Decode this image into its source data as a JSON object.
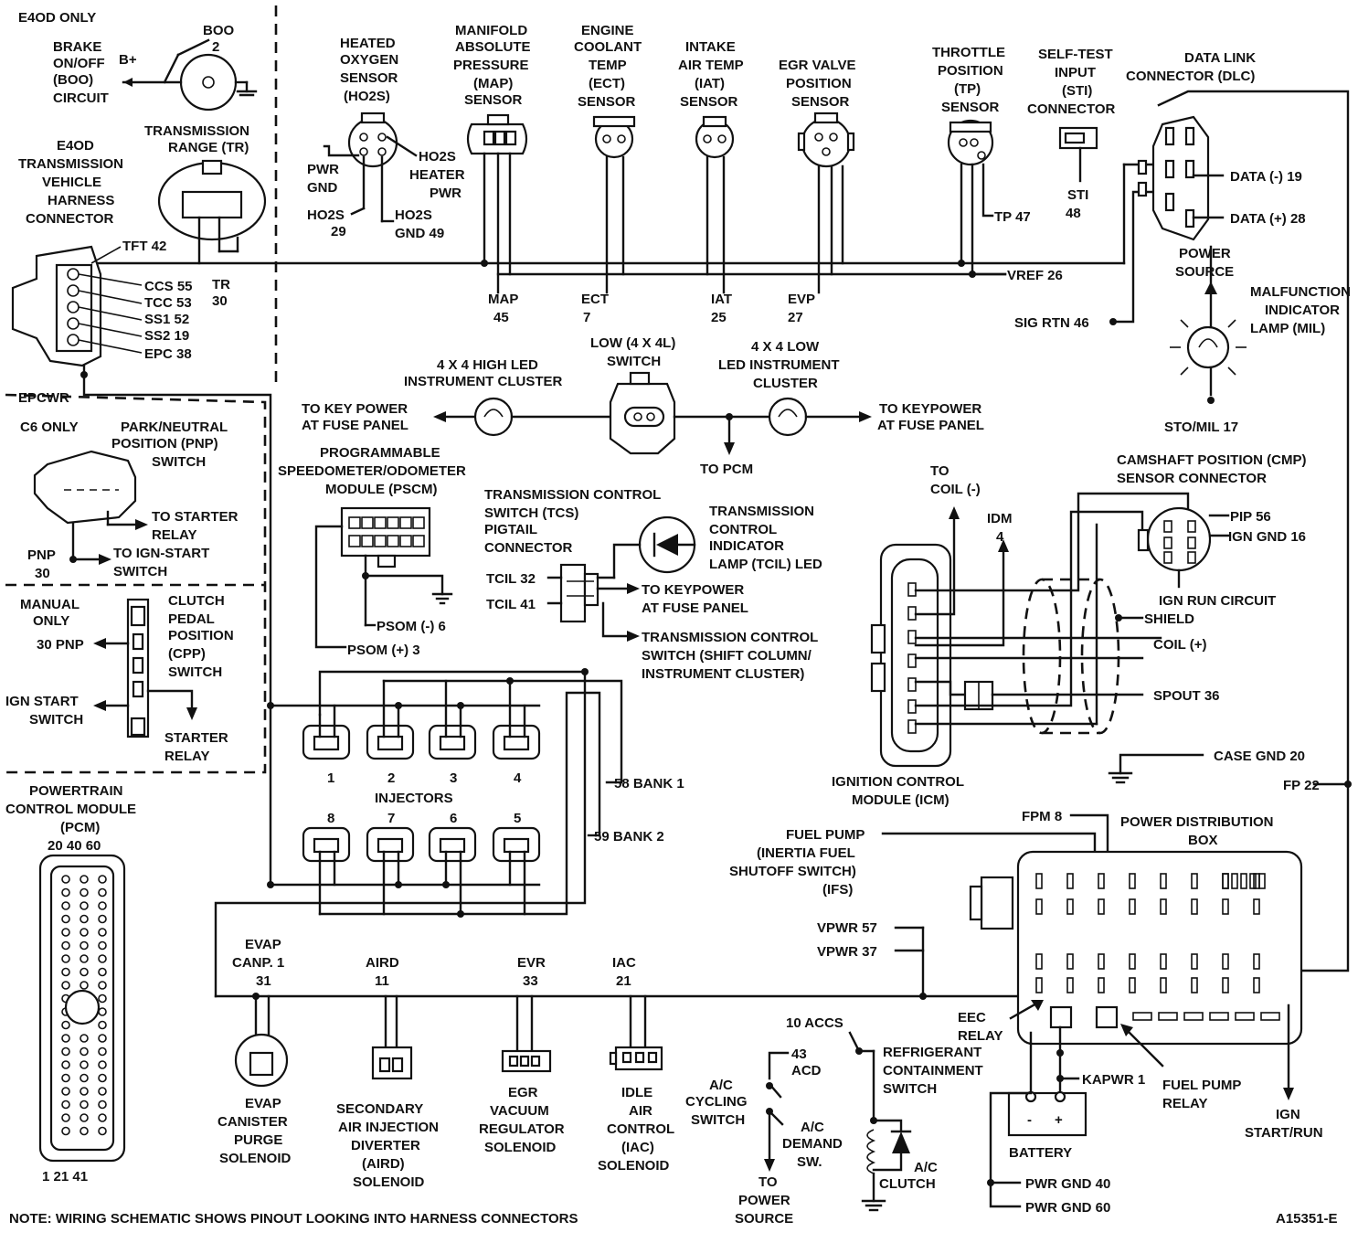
{
  "labels": {
    "e4od_only": "E4OD ONLY",
    "boo": [
      "BOO",
      "2"
    ],
    "brake": [
      "BRAKE",
      "ON/OFF",
      "(BOO)",
      "CIRCUIT"
    ],
    "b_plus": "B+",
    "tr_sensor": [
      "TRANSMISSION",
      "RANGE (TR)"
    ],
    "e4od_harness": [
      "E4OD",
      "TRANSMISSION",
      "VEHICLE",
      "HARNESS",
      "CONNECTOR"
    ],
    "tft": "TFT 42",
    "tr30": [
      "TR",
      "30"
    ],
    "ccs": "CCS 55",
    "tcc": "TCC 53",
    "ss1": "SS1 52",
    "ss2": "SS2 19",
    "epc": "EPC 38",
    "epcwr": "EPCWR",
    "ho2s": [
      "HEATED",
      "OXYGEN",
      "SENSOR",
      "(HO2S)"
    ],
    "pwr_gnd": [
      "PWR",
      "GND"
    ],
    "ho2s_heater": [
      "HO2S",
      "HEATER",
      "PWR"
    ],
    "ho2s29": [
      "HO2S",
      "29"
    ],
    "ho2s_gnd": [
      "HO2S",
      "GND 49"
    ],
    "map_sensor": [
      "MANIFOLD",
      "ABSOLUTE",
      "PRESSURE",
      "(MAP)",
      "SENSOR"
    ],
    "ect_sensor": [
      "ENGINE",
      "COOLANT",
      "TEMP",
      "(ECT)",
      "SENSOR"
    ],
    "iat_sensor": [
      "INTAKE",
      "AIR TEMP",
      "(IAT)",
      "SENSOR"
    ],
    "evp_sensor": [
      "EGR VALVE",
      "POSITION",
      "SENSOR"
    ],
    "tp_sensor": [
      "THROTTLE",
      "POSITION",
      "(TP)",
      "SENSOR"
    ],
    "sti": [
      "SELF-TEST",
      "INPUT",
      "(STI)",
      "CONNECTOR"
    ],
    "sti48": [
      "STI",
      "48"
    ],
    "dlc": [
      "DATA LINK",
      "CONNECTOR (DLC)"
    ],
    "data_minus": "DATA (-) 19",
    "data_plus": "DATA (+) 28",
    "tp47": "TP 47",
    "vref": "VREF 26",
    "sig_rtn": "SIG RTN 46",
    "power_source": [
      "POWER",
      "SOURCE"
    ],
    "mil": [
      "MALFUNCTION",
      "INDICATOR",
      "LAMP (MIL)"
    ],
    "sto_mil": "STO/MIL 17",
    "map45": [
      "MAP",
      "45"
    ],
    "ect7": [
      "ECT",
      "7"
    ],
    "iat25": [
      "IAT",
      "25"
    ],
    "evp27": [
      "EVP",
      "27"
    ],
    "hi_led": [
      "4 X 4 HIGH LED",
      "INSTRUMENT CLUSTER"
    ],
    "low_switch": [
      "LOW (4 X 4L)",
      "SWITCH"
    ],
    "low_led": [
      "4 X 4 LOW",
      "LED INSTRUMENT",
      "CLUSTER"
    ],
    "key_power_left": [
      "TO KEY POWER",
      "AT FUSE PANEL"
    ],
    "keypower_right": [
      "TO KEYPOWER",
      "AT FUSE PANEL"
    ],
    "to_pcm": "TO PCM",
    "c6_only": "C6 ONLY",
    "pnp_switch": [
      "PARK/NEUTRAL",
      "POSITION (PNP)",
      "SWITCH"
    ],
    "to_starter_relay": [
      "TO STARTER",
      "RELAY"
    ],
    "pnp30": [
      "PNP",
      "30"
    ],
    "to_ign_start": [
      "TO IGN-START",
      "SWITCH"
    ],
    "manual_only": [
      "MANUAL",
      "ONLY"
    ],
    "cpp": [
      "CLUTCH",
      "PEDAL",
      "POSITION",
      "(CPP)",
      "SWITCH"
    ],
    "pnp30_left": "30 PNP",
    "ign_start_switch": [
      "IGN START",
      "SWITCH"
    ],
    "starter_relay": [
      "STARTER",
      "RELAY"
    ],
    "pscm": [
      "PROGRAMMABLE",
      "SPEEDOMETER/ODOMETER",
      "MODULE (PSCM)"
    ],
    "psom_minus": "PSOM (-) 6",
    "psom_plus": "PSOM (+) 3",
    "tcs": [
      "TRANSMISSION CONTROL",
      "SWITCH (TCS)",
      "PIGTAIL",
      "CONNECTOR"
    ],
    "tcil": [
      "TRANSMISSION",
      "CONTROL",
      "INDICATOR",
      "LAMP (TCIL) LED"
    ],
    "tcil32": "TCIL 32",
    "tcil41": "TCIL 41",
    "tcs_key": [
      "TO KEYPOWER",
      "AT FUSE PANEL"
    ],
    "tcs_switch": [
      "TRANSMISSION CONTROL",
      "SWITCH (SHIFT COLUMN/",
      "INSTRUMENT CLUSTER)"
    ],
    "to_coil": [
      "TO",
      "COIL (-)"
    ],
    "idm": [
      "IDM",
      "4"
    ],
    "cmp": [
      "CAMSHAFT POSITION (CMP)",
      "SENSOR CONNECTOR"
    ],
    "pip": "PIP 56",
    "ign_gnd": "IGN GND 16",
    "ign_run": "IGN RUN CIRCUIT",
    "shield": "SHIELD",
    "coil_plus": "COIL (+)",
    "spout": "SPOUT 36",
    "case_gnd": "CASE GND 20",
    "icm": [
      "IGNITION CONTROL",
      "MODULE (ICM)"
    ],
    "injectors": "INJECTORS",
    "inj_top": [
      "1",
      "2",
      "3",
      "4"
    ],
    "inj_bot": [
      "8",
      "7",
      "6",
      "5"
    ],
    "bank1": "58 BANK 1",
    "bank2": "59 BANK 2",
    "pcm": [
      "POWERTRAIN",
      "CONTROL MODULE",
      "(PCM)"
    ],
    "pcm_top": "20 40 60",
    "pcm_bot": "1 21 41",
    "evap_pin": [
      "EVAP",
      "CANP. 1",
      "31"
    ],
    "aird_pin": [
      "AIRD",
      "11"
    ],
    "evr_pin": [
      "EVR",
      "33"
    ],
    "iac_pin": [
      "IAC",
      "21"
    ],
    "evap": [
      "EVAP",
      "CANISTER",
      "PURGE",
      "SOLENOID"
    ],
    "aird": [
      "SECONDARY",
      "AIR INJECTION",
      "DIVERTER",
      "(AIRD)",
      "SOLENOID"
    ],
    "evr": [
      "EGR",
      "VACUUM",
      "REGULATOR",
      "SOLENOID"
    ],
    "iac": [
      "IDLE",
      "AIR",
      "CONTROL",
      "(IAC)",
      "SOLENOID"
    ],
    "fuel_pump": [
      "FUEL PUMP",
      "(INERTIA FUEL",
      "SHUTOFF SWITCH)",
      "(IFS)"
    ],
    "fpm8": "FPM 8",
    "pdb": [
      "POWER DISTRIBUTION",
      "BOX"
    ],
    "fp22": "FP 22",
    "vpwr57": "VPWR 57",
    "vpwr37": "VPWR 37",
    "accs": "10 ACCS",
    "acd": [
      "43",
      "ACD"
    ],
    "ac_cycling": [
      "A/C",
      "CYCLING",
      "SWITCH"
    ],
    "ac_demand": [
      "A/C",
      "DEMAND",
      "SW."
    ],
    "refrig": [
      "REFRIGERANT",
      "CONTAINMENT",
      "SWITCH"
    ],
    "to_power_source": [
      "TO",
      "POWER",
      "SOURCE"
    ],
    "ac_clutch": [
      "A/C",
      "CLUTCH"
    ],
    "eec_relay": [
      "EEC",
      "RELAY"
    ],
    "kapwr": "KAPWR 1",
    "fp_relay": [
      "FUEL PUMP",
      "RELAY"
    ],
    "battery": "BATTERY",
    "batt_minus": "-",
    "batt_plus": "+",
    "ign_startrun": [
      "IGN",
      "START/RUN"
    ],
    "pwr_gnd40": "PWR GND 40",
    "pwr_gnd60": "PWR GND 60",
    "note": "NOTE: WIRING SCHEMATIC SHOWS PINOUT LOOKING INTO HARNESS CONNECTORS",
    "fig_id": "A15351-E"
  }
}
